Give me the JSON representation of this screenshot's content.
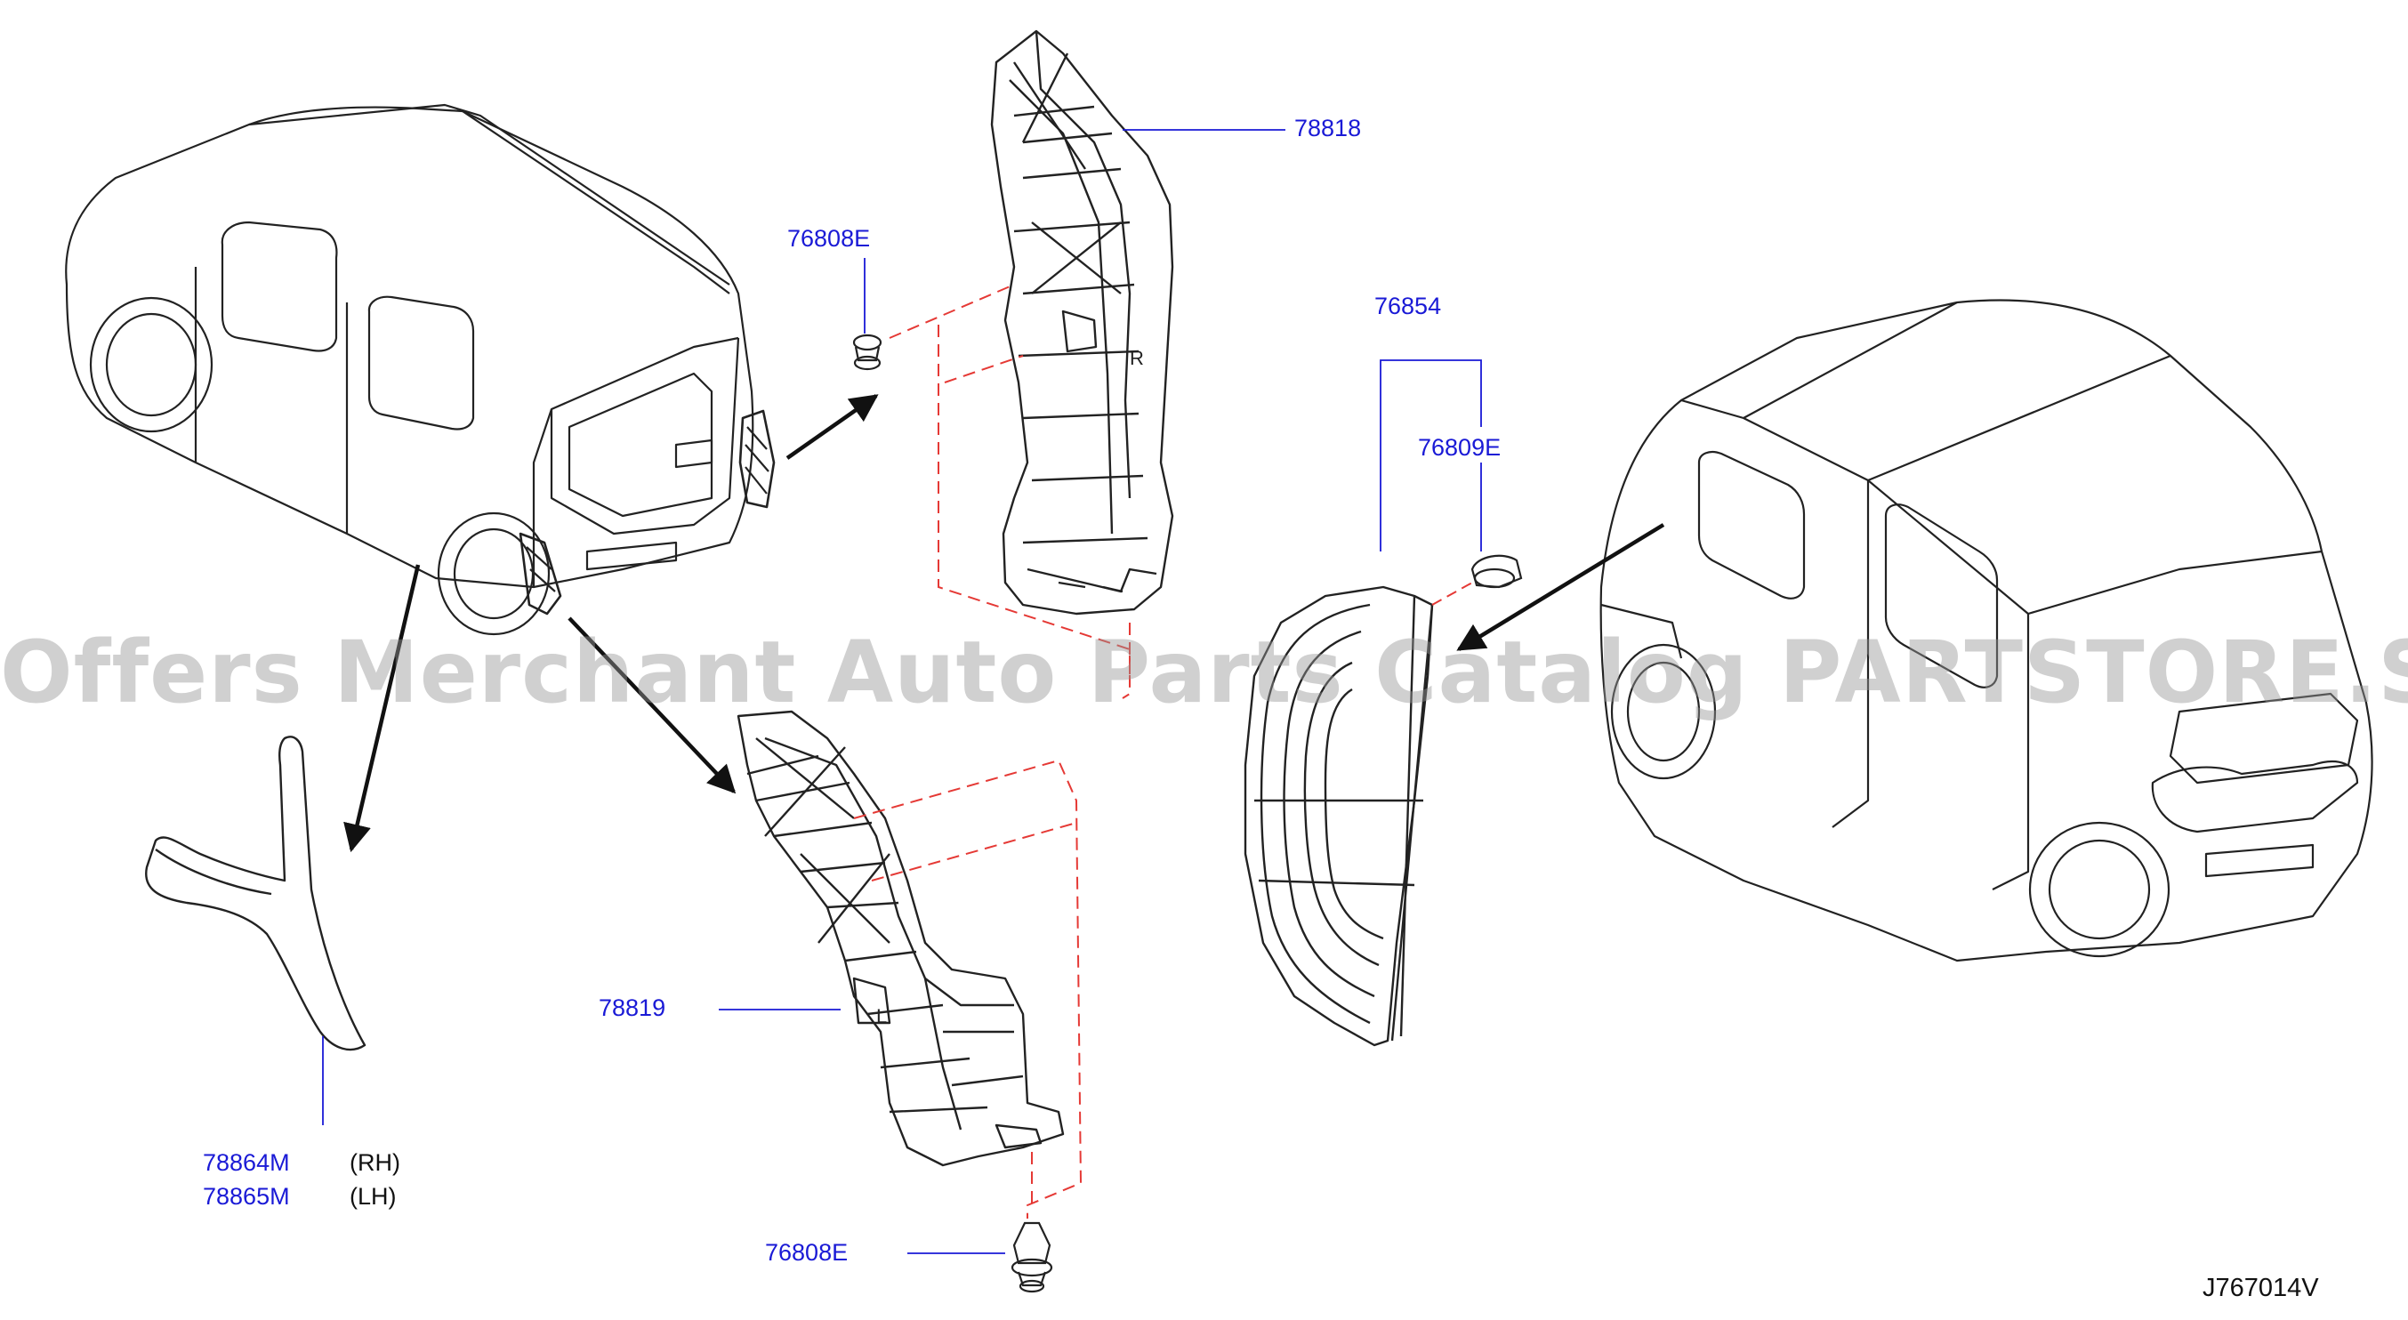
{
  "parts": {
    "p78818": "78818",
    "p76808E_top": "76808E",
    "p76854": "76854",
    "p76809E": "76809E",
    "p78819": "78819",
    "p78864M": "78864M",
    "p78865M": "78865M",
    "p76808E_bottom": "76808E"
  },
  "sides": {
    "rh": "(RH)",
    "lh": "(LH)"
  },
  "diagram_code": "J767014V",
  "watermark": "Offers Merchant Auto Parts Catalog PARTSTORE.SA",
  "colors": {
    "label": "#1a1ad6",
    "line": "#222222",
    "leader": "#1a1ad6",
    "dashed": "#e53935",
    "watermark": "#969696"
  }
}
